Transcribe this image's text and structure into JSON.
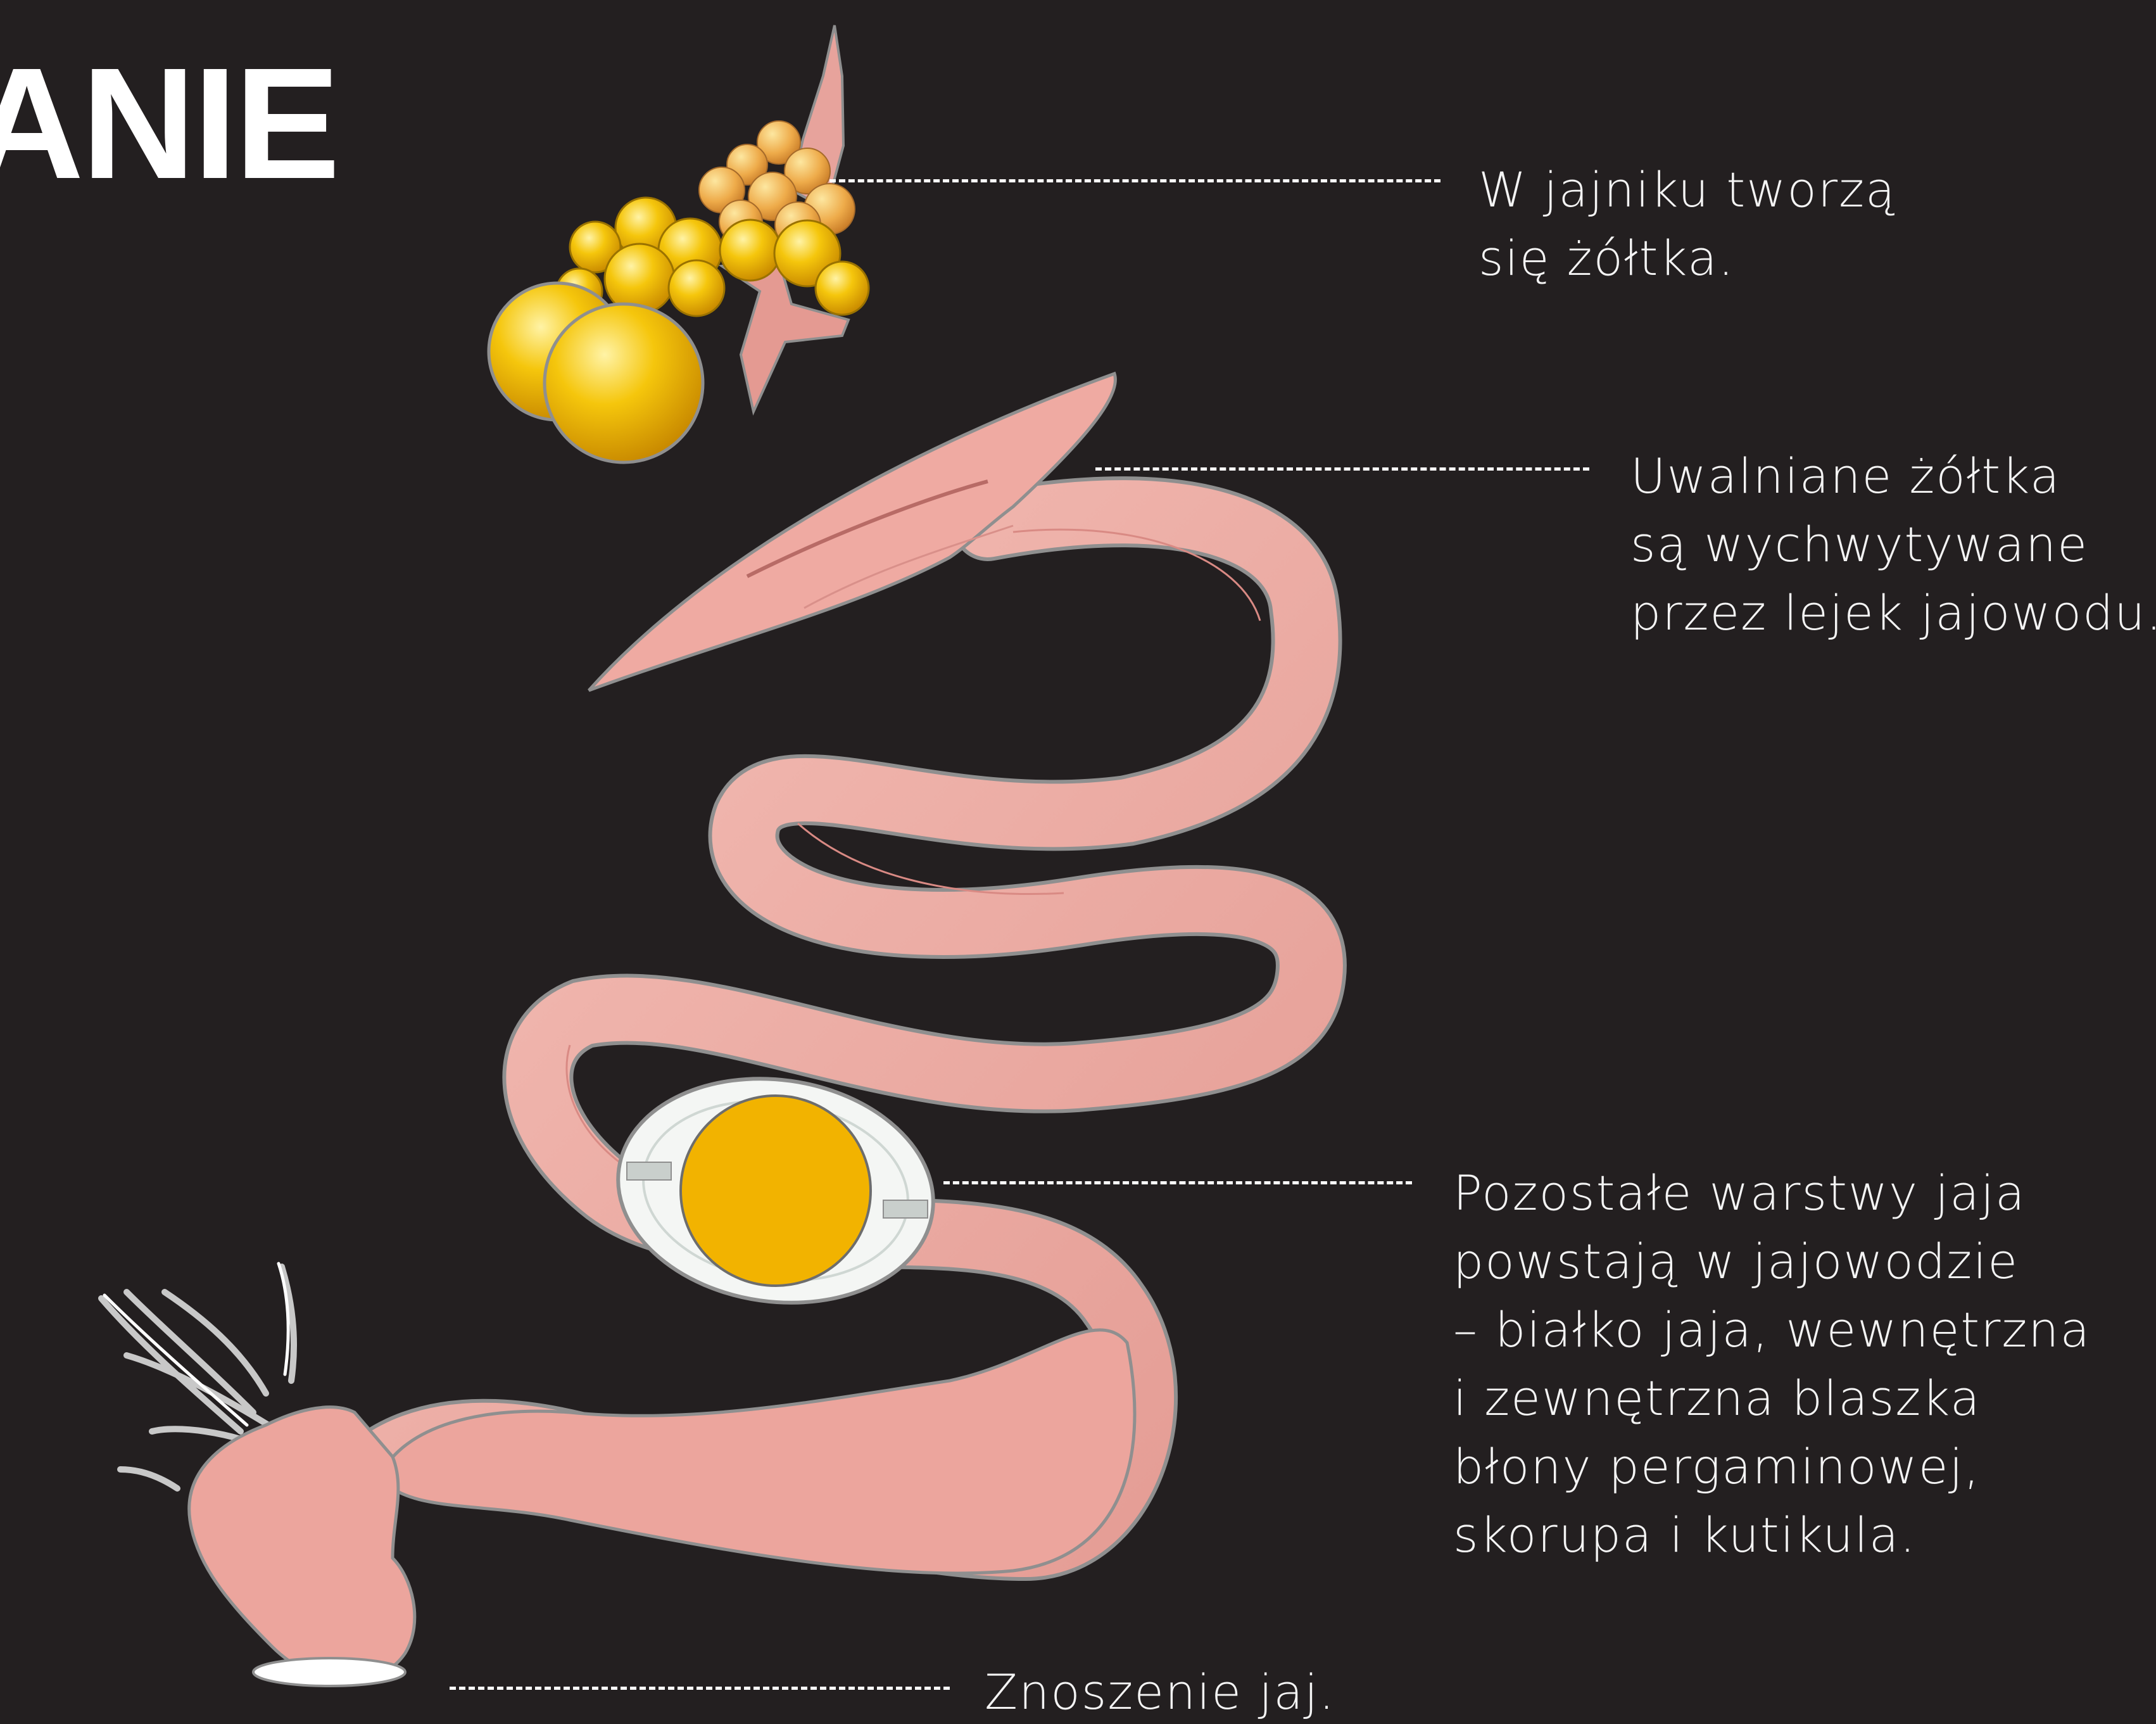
{
  "title": "ANIE",
  "colors": {
    "background": "#231f20",
    "text": "#ffffff",
    "oviduct": "#eda9a1",
    "oviduct_shadow": "#c97d78",
    "yolk": "#f2b300",
    "yolk_highlight": "#fbe27a",
    "egg_white": "#f4f6f4",
    "outline": "#8f8f8f"
  },
  "labels": [
    {
      "id": "ovary",
      "lines": [
        "W jajniku tworzą",
        "się żółtka."
      ]
    },
    {
      "id": "infundibulum",
      "lines": [
        "Uwalniane żółtka",
        "są wychwytywane",
        "przez lejek jajowodu."
      ]
    },
    {
      "id": "oviduct",
      "lines": [
        "Pozostałe warstwy jaja",
        "powstają w jajowodzie",
        "– białko jaja, wewnętrzna",
        "i zewnętrzna blaszka",
        "błony pergaminowej,",
        "skorupa i kutikula."
      ]
    },
    {
      "id": "laying",
      "lines": [
        "Znoszenie jaj."
      ]
    }
  ],
  "parts": {
    "ovary": "ovary-illustration",
    "infundibulum": "infundibulum-funnel",
    "oviduct": "oviduct-tube",
    "egg": "egg-in-oviduct",
    "cloaca": "cloaca-exit"
  }
}
